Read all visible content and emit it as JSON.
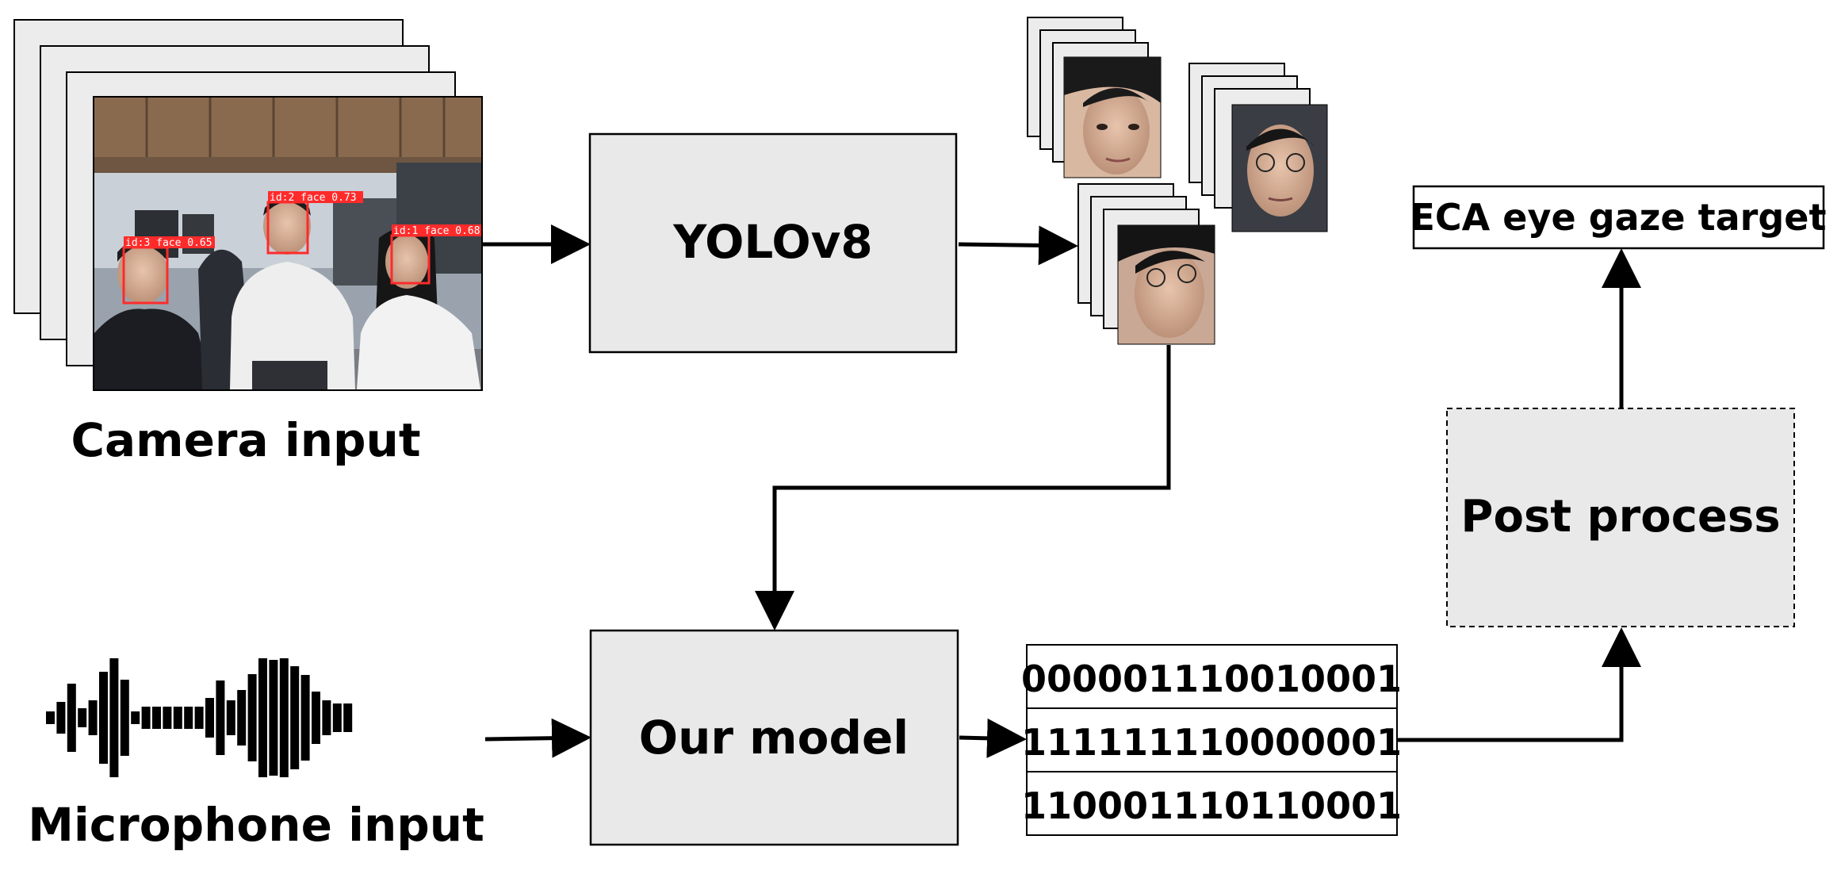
{
  "labels": {
    "camera_input": "Camera input",
    "microphone_input": "Microphone input"
  },
  "blocks": {
    "yolo": "YOLOv8",
    "model": "Our model",
    "post_process": "Post process",
    "output_target": "ECA eye gaze target"
  },
  "binary_rows": [
    "000001110010001",
    "111111110000001",
    "110001110110001"
  ],
  "detections": [
    {
      "label": "id:3  face  0.65"
    },
    {
      "label": "id:2  face  0.73"
    },
    {
      "label": "id:1  face  0.68"
    }
  ],
  "colors": {
    "box_fill": "#e9e9e9",
    "stroke": "#000000",
    "detection_red": "#ff2b2b",
    "frame_fill": "#ececec"
  }
}
